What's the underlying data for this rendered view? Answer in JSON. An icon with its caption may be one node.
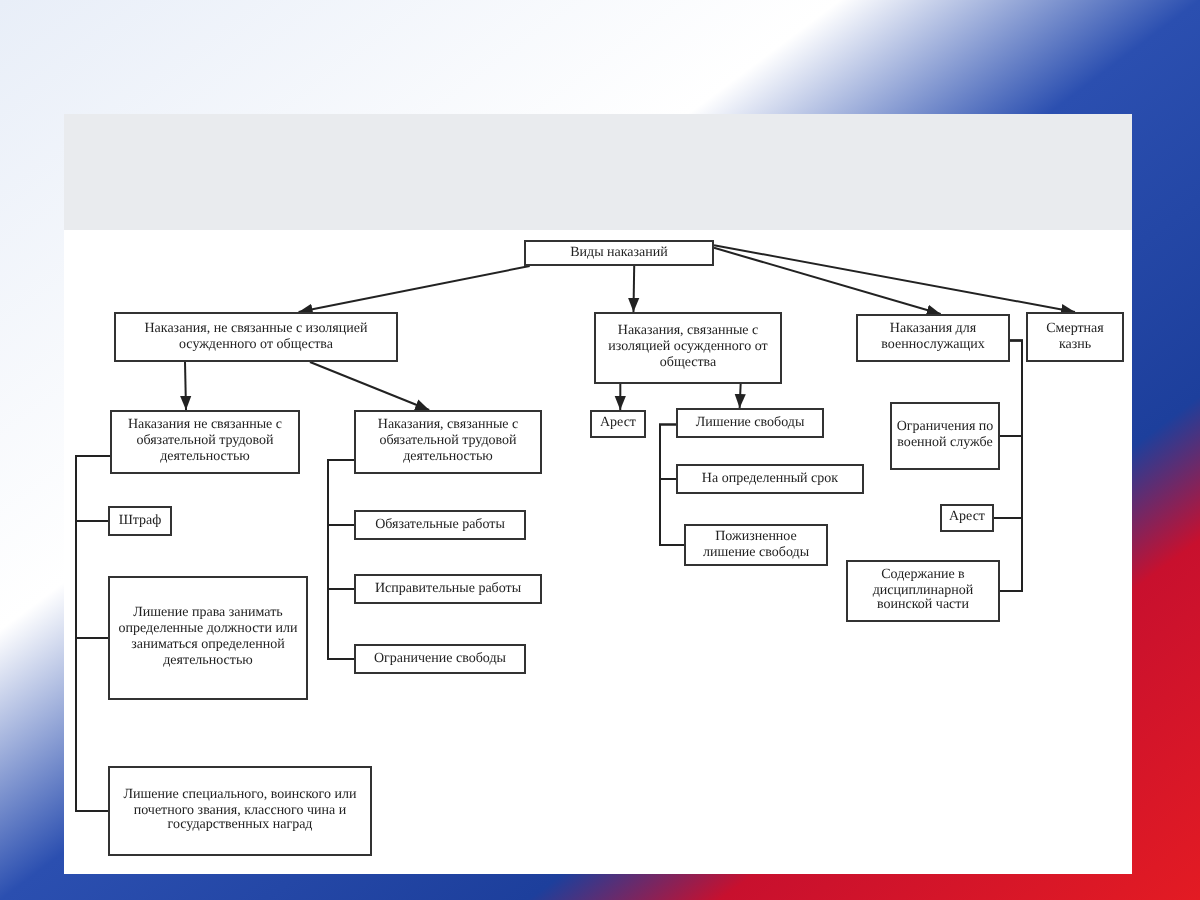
{
  "diagram": {
    "nodes": [
      {
        "text": [
          "Виды наказаний"
        ]
      },
      {
        "text": [
          "Наказания, не связанные с изоляцией осужденного от общества"
        ]
      },
      {
        "text": [
          "Наказания, связанные с изоляцией осужденного от общества"
        ]
      },
      {
        "text": [
          "Наказания для военнослужащих"
        ]
      },
      {
        "text": [
          "Смертная казнь"
        ]
      },
      {
        "text": [
          "Наказания не связанные с обязательной трудовой деятельностью"
        ]
      },
      {
        "text": [
          "Наказания, связанные с обязательной трудовой деятельностью"
        ]
      },
      {
        "text": [
          "Штраф"
        ]
      },
      {
        "text": [
          "Лишение права занимать определенные должности или заниматься определенной деятельностью"
        ]
      },
      {
        "text": [
          "Лишение специального, воинского или почетного звания, классного чина и государственных наград"
        ]
      },
      {
        "text": [
          "Обязательные работы"
        ]
      },
      {
        "text": [
          "Исправительные работы"
        ]
      },
      {
        "text": [
          "Ограничение свободы"
        ]
      },
      {
        "text": [
          "Арест"
        ]
      },
      {
        "text": [
          "Лишение свободы"
        ]
      },
      {
        "text": [
          "На определенный срок"
        ]
      },
      {
        "text": [
          "Пожизненное лишение свободы"
        ]
      },
      {
        "text": [
          "Ограничения по военной службе"
        ]
      },
      {
        "text": [
          "Арест"
        ]
      },
      {
        "text": [
          "Содержание в дисциплинарной воинской части"
        ]
      }
    ],
    "edges": [
      {
        "from": 0,
        "to": 1,
        "arrow": "to"
      },
      {
        "from": 0,
        "to": 2,
        "arrow": "to"
      },
      {
        "from": 0,
        "to": 3,
        "arrow": "to"
      },
      {
        "from": 0,
        "to": 4,
        "arrow": "to"
      },
      {
        "from": 1,
        "to": 5,
        "arrow": "to"
      },
      {
        "from": 1,
        "to": 6,
        "arrow": "to"
      },
      {
        "from": 5,
        "to": 7,
        "arrow": "none"
      },
      {
        "from": 5,
        "to": 8,
        "arrow": "none"
      },
      {
        "from": 5,
        "to": 9,
        "arrow": "none"
      },
      {
        "from": 6,
        "to": 10,
        "arrow": "none"
      },
      {
        "from": 6,
        "to": 11,
        "arrow": "none"
      },
      {
        "from": 6,
        "to": 12,
        "arrow": "none"
      },
      {
        "from": 2,
        "to": 13,
        "arrow": "to"
      },
      {
        "from": 2,
        "to": 14,
        "arrow": "to"
      },
      {
        "from": 14,
        "to": 15,
        "arrow": "none"
      },
      {
        "from": 14,
        "to": 16,
        "arrow": "none"
      },
      {
        "from": 3,
        "to": 17,
        "arrow": "none"
      },
      {
        "from": 3,
        "to": 18,
        "arrow": "none"
      },
      {
        "from": 3,
        "to": 19,
        "arrow": "none"
      }
    ]
  }
}
